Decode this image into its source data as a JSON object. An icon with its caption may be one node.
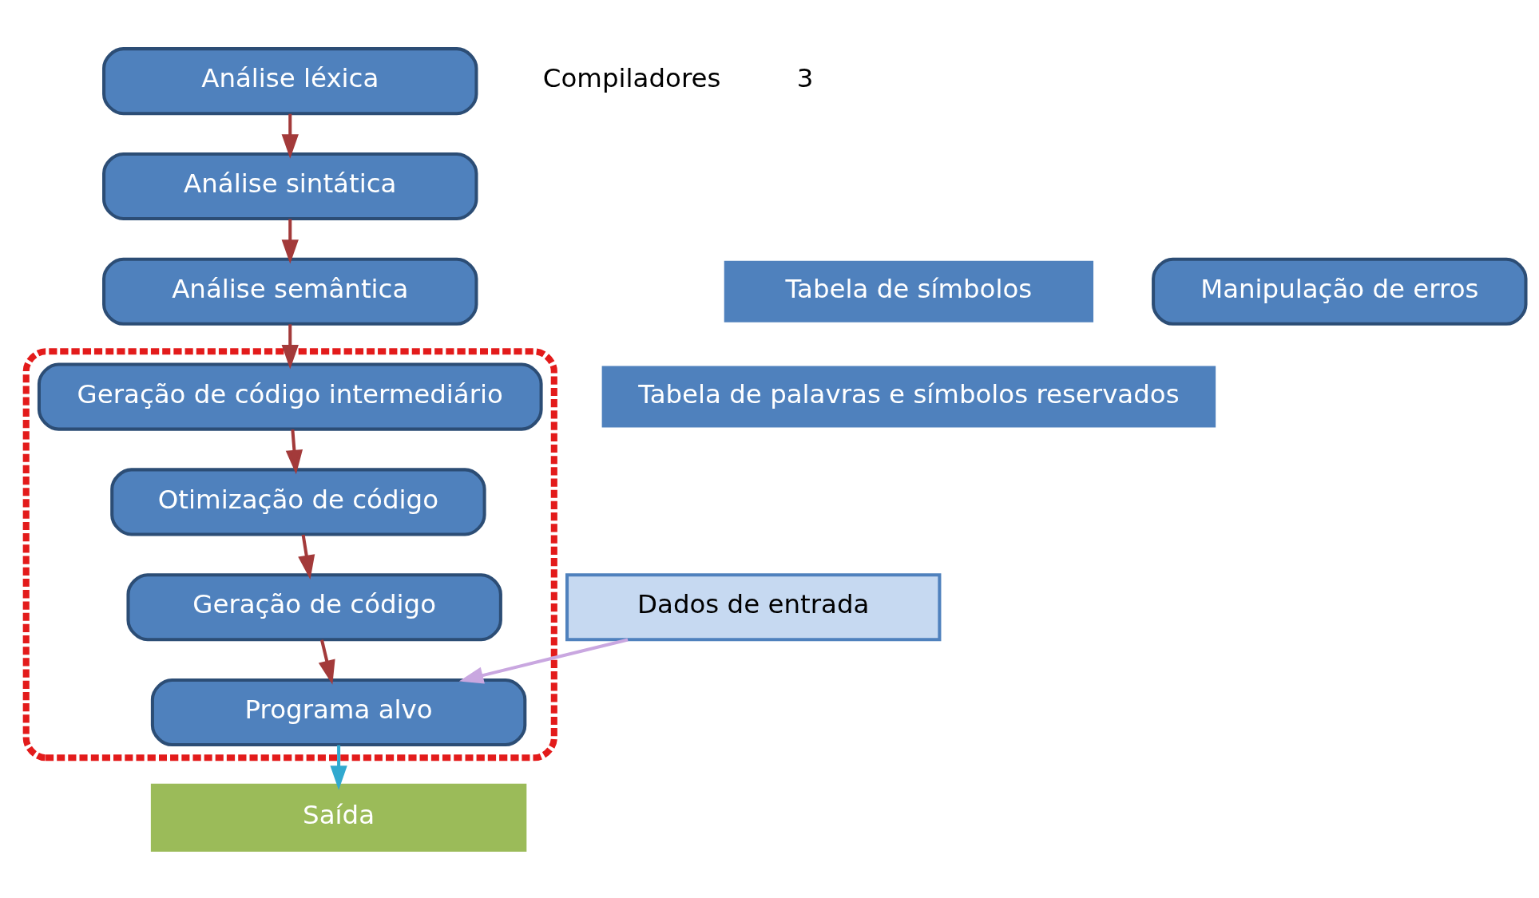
{
  "diagram": {
    "nodes": [
      {
        "text": [
          "Análise léxica"
        ]
      },
      {
        "text": [
          "Análise sintática"
        ]
      },
      {
        "text": [
          "Análise semântica"
        ]
      },
      {
        "text": [],
        "shape": "box"
      },
      {
        "text": [
          "Geração de código intermediário"
        ],
        "in": 3
      },
      {
        "text": [
          "Otimização de código"
        ],
        "in": 3
      },
      {
        "text": [
          "Geração de código"
        ],
        "in": 3
      },
      {
        "text": [
          "Programa alvo"
        ],
        "in": 3
      },
      {
        "text": [
          "Tabela de símbolos"
        ]
      },
      {
        "text": [
          "Tabela de palavras e símbolos reservados"
        ]
      },
      {
        "text": [
          "Manipulação de erros"
        ]
      },
      {
        "text": [
          "Dados de entrada"
        ]
      },
      {
        "text": [
          "Saída"
        ]
      }
    ],
    "edges": [
      {
        "from": 0,
        "to": 1,
        "arrow": "to"
      },
      {
        "from": 1,
        "to": 2,
        "arrow": "to"
      },
      {
        "from": 2,
        "to": 4,
        "arrow": "to"
      },
      {
        "from": 4,
        "to": 5,
        "arrow": "to"
      },
      {
        "from": 5,
        "to": 6,
        "arrow": "to"
      },
      {
        "from": 6,
        "to": 7,
        "arrow": "to"
      },
      {
        "from": 11,
        "to": 7,
        "arrow": "to",
        "color": "#c9a7e0"
      },
      {
        "from": 7,
        "to": 12,
        "arrow": "to",
        "color": "#31a9cf"
      }
    ],
    "labels": [
      "Compiladores",
      "3"
    ]
  }
}
